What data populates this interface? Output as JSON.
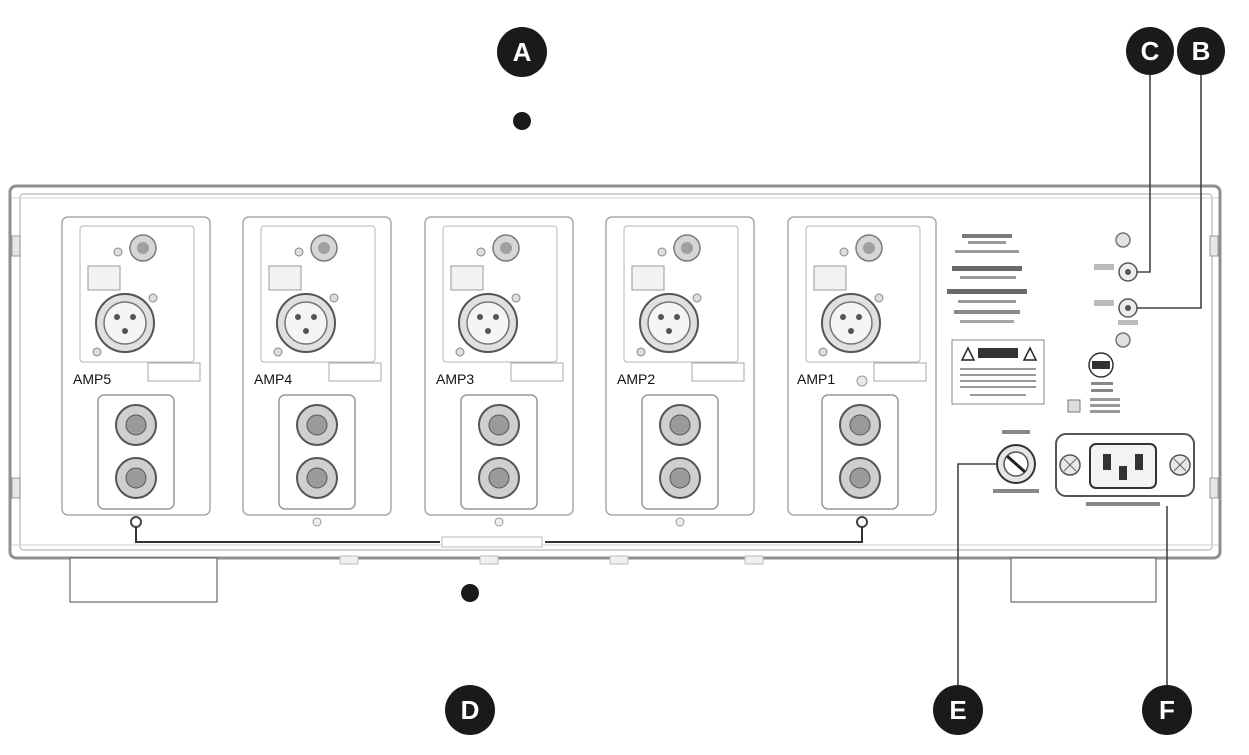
{
  "callouts": [
    {
      "id": "A",
      "label": "A"
    },
    {
      "id": "B",
      "label": "B"
    },
    {
      "id": "C",
      "label": "C"
    },
    {
      "id": "D",
      "label": "D"
    },
    {
      "id": "E",
      "label": "E"
    },
    {
      "id": "F",
      "label": "F"
    }
  ],
  "amplifiers": [
    {
      "label": "AMP5"
    },
    {
      "label": "AMP4"
    },
    {
      "label": "AMP3"
    },
    {
      "label": "AMP2"
    },
    {
      "label": "AMP1"
    }
  ],
  "colors": {
    "callout_fill": "#1a1a1a",
    "outline": "#9a9a9a",
    "panel_line": "#b5b5b5"
  }
}
